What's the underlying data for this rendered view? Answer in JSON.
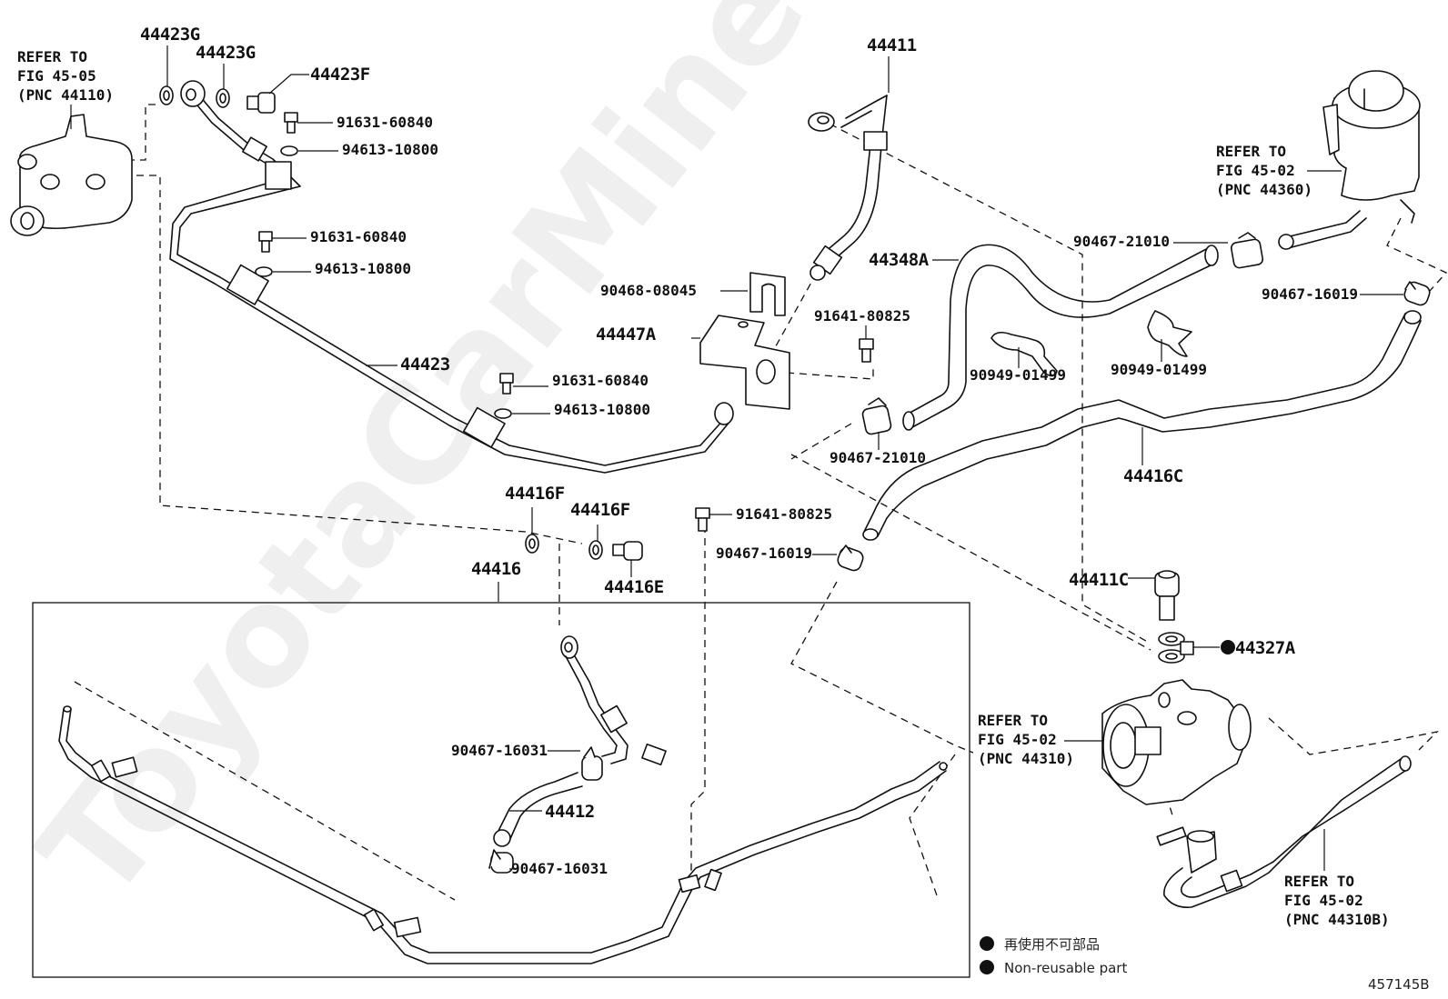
{
  "figure": {
    "id": "457145B",
    "watermark": "ToyotaCarMine.ru"
  },
  "references": {
    "top_left": {
      "line1": "REFER TO",
      "line2": "FIG 45-05",
      "line3": "(PNC 44110)"
    },
    "top_right": {
      "line1": "REFER TO",
      "line2": "FIG 45-02",
      "line3": "(PNC 44360)"
    },
    "pump": {
      "line1": "REFER TO",
      "line2": "FIG 45-02",
      "line3": "(PNC 44310)"
    },
    "bottom_right": {
      "line1": "REFER TO",
      "line2": "FIG 45-02",
      "line3": "(PNC 44310B)"
    }
  },
  "parts": {
    "p44423G_a": "44423G",
    "p44423G_b": "44423G",
    "p44423F": "44423F",
    "p91631_a": "91631-60840",
    "p94613_a": "94613-10800",
    "p91631_b": "91631-60840",
    "p94613_b": "94613-10800",
    "p44423": "44423",
    "p91631_c": "91631-60840",
    "p94613_c": "94613-10800",
    "p44411": "44411",
    "p90468": "90468-08045",
    "p44447A": "44447A",
    "p44348A": "44348A",
    "p91641_a": "91641-80825",
    "p90467_21010_a": "90467-21010",
    "p90949_a": "90949-01499",
    "p90949_b": "90949-01499",
    "p90467_21010_b": "90467-21010",
    "p90467_16019_a": "90467-16019",
    "p44416C": "44416C",
    "p44416F_a": "44416F",
    "p44416F_b": "44416F",
    "p44416E": "44416E",
    "p44416": "44416",
    "p91641_b": "91641-80825",
    "p90467_16019_b": "90467-16019",
    "p44411C": "44411C",
    "p44327A": "44327A",
    "p90467_16031_a": "90467-16031",
    "p44412": "44412",
    "p90467_16031_b": "90467-16031"
  },
  "legend": {
    "ja": "再使用不可部品",
    "en": "Non-reusable part"
  }
}
